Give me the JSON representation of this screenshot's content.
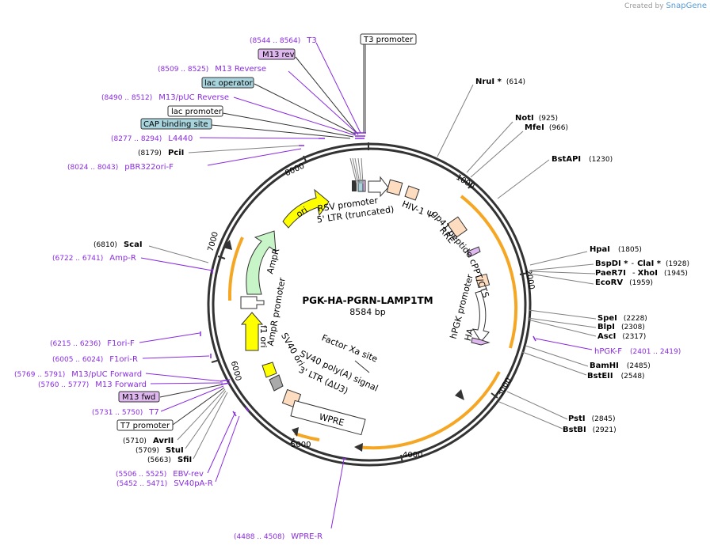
{
  "credit": {
    "created_by": "Created by",
    "brand": "SnapGene"
  },
  "plasmid": {
    "name": "PGK-HA-PGRN-LAMP1TM",
    "size": "8584 bp"
  },
  "ticks": [
    "1000",
    "2000",
    "3000",
    "4000",
    "5000",
    "6000",
    "7000",
    "8000"
  ],
  "features": {
    "rsv": "RSV promoter",
    "ltr5": "5' LTR (truncated)",
    "hiv": "HIV-1 Ψ",
    "rre": "RRE",
    "gp41": "gp41 peptide",
    "cppt": "cPPT/CTS",
    "hpgk": "hPGK promoter",
    "ha": "HA",
    "factorxa": "Factor Xa site",
    "sv40pa": "SV40 poly(A) signal",
    "ltr3": "3' LTR (ΔU3)",
    "wpre": "WPRE",
    "sv40ori": "SV40 ori",
    "f1ori": "f1 ori",
    "amppromoter": "AmpR promoter",
    "ampr": "AmpR",
    "ori": "ori"
  },
  "right_labels": [
    {
      "name": "NruI *",
      "pos": "(614)"
    },
    {
      "name": "NotI",
      "pos": "(925)"
    },
    {
      "name": "MfeI",
      "pos": "(966)"
    },
    {
      "name": "BstAPI",
      "pos": "(1230)"
    },
    {
      "name": "HpaI",
      "pos": "(1805)"
    },
    {
      "name": "BspDI *",
      "sep": "-",
      "name2": "ClaI *",
      "pos": "(1928)"
    },
    {
      "name": "PaeR7I",
      "sep": "-",
      "name2": "XhoI",
      "pos": "(1945)"
    },
    {
      "name": "EcoRV",
      "pos": "(1959)"
    },
    {
      "name": "SpeI",
      "pos": "(2228)"
    },
    {
      "name": "BlpI",
      "pos": "(2308)"
    },
    {
      "name": "AscI",
      "pos": "(2317)"
    },
    {
      "name": "hPGK-F",
      "pos": "(2401 .. 2419)",
      "primer": true
    },
    {
      "name": "BamHI",
      "pos": "(2485)"
    },
    {
      "name": "BstEII",
      "pos": "(2548)"
    },
    {
      "name": "PstI",
      "pos": "(2845)"
    },
    {
      "name": "BstBI",
      "pos": "(2921)"
    }
  ],
  "left_labels": [
    {
      "name": "T3",
      "pos": "(8544 .. 8564)",
      "primer": true
    },
    {
      "name": "M13 rev",
      "boxed": "purple"
    },
    {
      "name": "M13 Reverse",
      "pos": "(8509 .. 8525)",
      "primer": true
    },
    {
      "name": "lac operator",
      "boxed": "teal"
    },
    {
      "name": "M13/pUC Reverse",
      "pos": "(8490 .. 8512)",
      "primer": true
    },
    {
      "name": "lac promoter",
      "boxed": "white"
    },
    {
      "name": "CAP binding site",
      "boxed": "teal"
    },
    {
      "name": "L4440",
      "pos": "(8277 .. 8294)",
      "primer": true
    },
    {
      "name": "PciI",
      "pos": "(8179)"
    },
    {
      "name": "pBR322ori-F",
      "pos": "(8024 .. 8043)",
      "primer": true
    },
    {
      "name": "ScaI",
      "pos": "(6810)"
    },
    {
      "name": "Amp-R",
      "pos": "(6722 .. 6741)",
      "primer": true
    },
    {
      "name": "F1ori-F",
      "pos": "(6215 .. 6236)",
      "primer": true
    },
    {
      "name": "F1ori-R",
      "pos": "(6005 .. 6024)",
      "primer": true
    },
    {
      "name": "M13/pUC Forward",
      "pos": "(5769 .. 5791)",
      "primer": true
    },
    {
      "name": "M13 Forward",
      "pos": "(5760 .. 5777)",
      "primer": true
    },
    {
      "name": "M13 fwd",
      "boxed": "purple"
    },
    {
      "name": "T7",
      "pos": "(5731 .. 5750)",
      "primer": true
    },
    {
      "name": "T7 promoter",
      "boxed": "white"
    },
    {
      "name": "AvrII",
      "pos": "(5710)"
    },
    {
      "name": "StuI",
      "pos": "(5709)"
    },
    {
      "name": "SfiI",
      "pos": "(5663)"
    },
    {
      "name": "EBV-rev",
      "pos": "(5506 .. 5525)",
      "primer": true
    },
    {
      "name": "SV40pA-R",
      "pos": "(5452 .. 5471)",
      "primer": true
    },
    {
      "name": "WPRE-R",
      "pos": "(4488 .. 4508)",
      "primer": true
    }
  ],
  "top_label": "T3 promoter",
  "colors": {
    "backbone": "#333333",
    "primer": "#8a2be2",
    "enzyme_line": "#808080",
    "orf_orange": "#f5a623",
    "ori_yellow": "#ffff00",
    "ampr_green": "#c8f5c8",
    "feature_peach": "#fddcbf",
    "teal_box": "#a8d4dd",
    "purple_box": "#e0b8f0"
  }
}
